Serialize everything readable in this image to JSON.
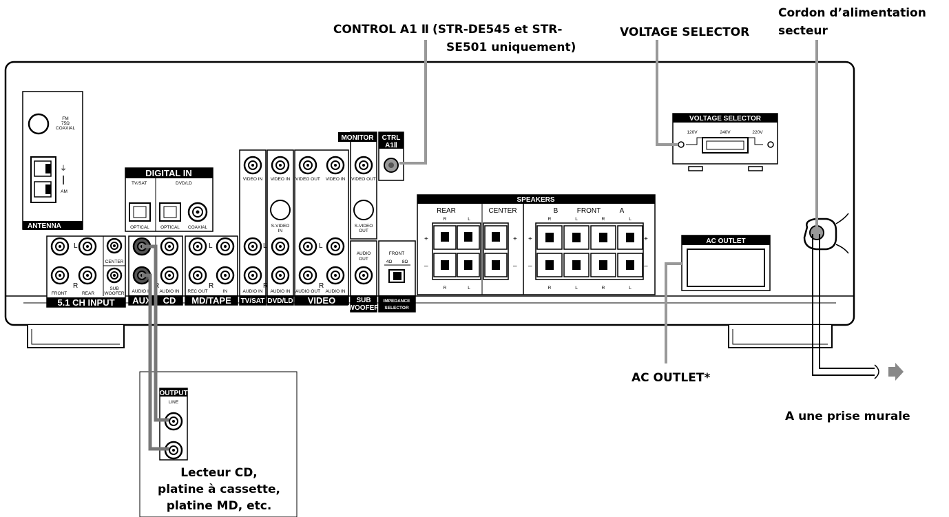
{
  "callouts": {
    "control_a1": "CONTROL A1 Ⅱ",
    "control_note_line1": "(STR-DE545 et STR-",
    "control_note_line2": "SE501 uniquement)",
    "voltage_selector": "VOLTAGE SELECTOR",
    "power_cord_line1": "Cordon d’alimentation",
    "power_cord_line2": "secteur",
    "ac_outlet": "AC OUTLET*",
    "wall_outlet": "A une prise murale",
    "player_line1": "Lecteur CD,",
    "player_line2": "platine à cassette,",
    "player_line3": "platine MD, etc."
  },
  "antenna": {
    "fm_line1": "FM",
    "fm_line2": "75Ω",
    "fm_line3": "COAXIAL",
    "am": "AM",
    "title": "ANTENNA"
  },
  "digital_in": {
    "title": "DIGITAL IN",
    "tv_sat": "TV/SAT",
    "dvd_ld": "DVD/LD",
    "optical": "OPTICAL",
    "coaxial": "COAXIAL"
  },
  "input51": {
    "title": "5.1 CH INPUT",
    "front": "FRONT",
    "rear": "REAR",
    "center": "CENTER",
    "sub_line1": "SUB",
    "sub_line2": "WOOFER",
    "l": "L",
    "r": "R"
  },
  "jacks": {
    "audio_in": "AUDIO IN",
    "audio_out": "AUDIO OUT",
    "video_in": "VIDEO IN",
    "video_out": "VIDEO OUT",
    "s_video": "S-VIDEO",
    "in": "IN",
    "out": "OUT",
    "rec_out": "REC OUT",
    "audio_out_2": "AUDIO",
    "out_2": "OUT"
  },
  "sections": {
    "aux": "AUX",
    "cd": "CD",
    "md_tape": "MD/TAPE",
    "tv_sat": "TV/SAT",
    "dvd_ld": "DVD/LD",
    "video": "VIDEO",
    "monitor": "MONITOR",
    "ctrl_line1": "CTRL",
    "ctrl_line2": "A1Ⅱ",
    "sub_line1": "SUB",
    "sub_line2": "WOOFER"
  },
  "impedance": {
    "front": "FRONT",
    "ohm4": "4Ω",
    "ohm8": "8Ω",
    "line1": "IMPEDANCE",
    "line2": "SELECTOR"
  },
  "speakers": {
    "title": "SPEAKERS",
    "rear": "REAR",
    "center": "CENTER",
    "front_b": "B",
    "front": "FRONT",
    "front_a": "A",
    "r": "R",
    "l": "L",
    "plus": "+",
    "minus": "–"
  },
  "voltage_panel": {
    "title": "VOLTAGE SELECTOR",
    "v120": "120V",
    "v240": "240V",
    "v220": "220V"
  },
  "ac_panel": {
    "title": "AC  OUTLET"
  },
  "output_box": {
    "title": "OUTPUT",
    "line": "LINE"
  }
}
